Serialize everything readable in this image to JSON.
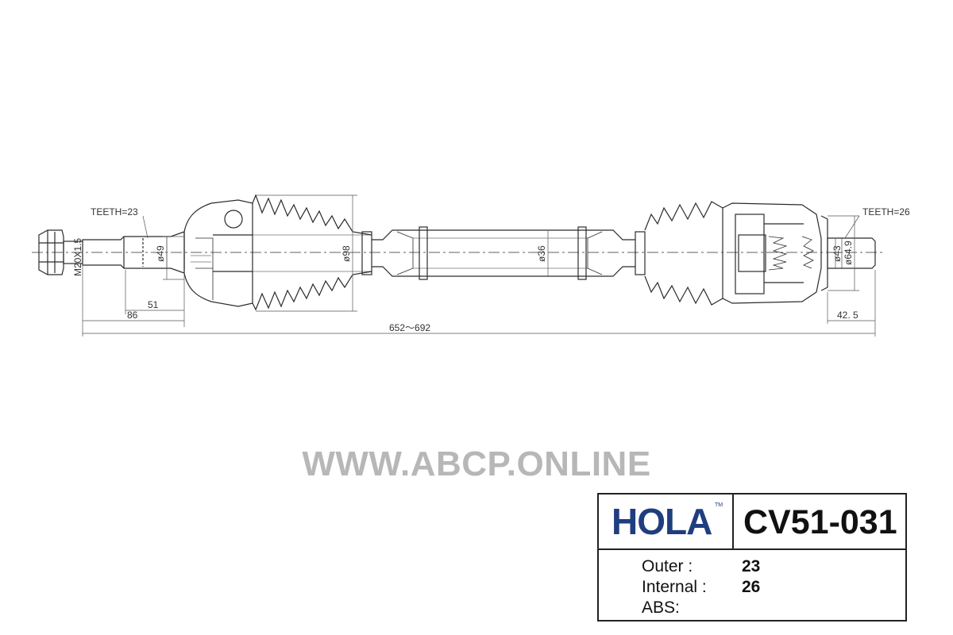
{
  "drawing": {
    "teeth_outer": "TEETH=23",
    "teeth_inner": "TEETH=26",
    "thread": "M20X1.5",
    "dia_outer_spline": "ø49",
    "dia_outer_boot": "ø98",
    "dia_shaft": "ø36",
    "dia_inner_spline": "ø43",
    "dia_inner_housing": "ø64.9",
    "len_spline": "51",
    "len_outer": "86",
    "len_total": "652～692",
    "len_inner": "42. 5"
  },
  "watermark": "WWW.ABCP.ONLINE",
  "spec": {
    "brand": "HOLA",
    "trademark": "TM",
    "part_number": "CV51-031",
    "rows": [
      {
        "label": "Outer :",
        "value": "23"
      },
      {
        "label": "Internal :",
        "value": "26"
      },
      {
        "label": "ABS:",
        "value": ""
      }
    ]
  },
  "colors": {
    "brand": "#1f3e7f",
    "line": "#2b2b2b",
    "watermark": "#b7b7b7"
  }
}
